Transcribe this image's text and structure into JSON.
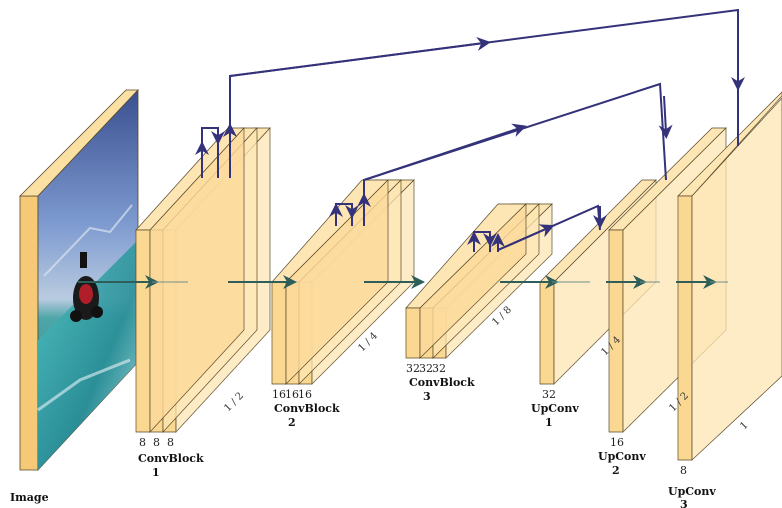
{
  "diagram": {
    "input_label": "Image",
    "blocks": [
      {
        "id": "convblock1",
        "name": "ConvBlock",
        "index": "1",
        "channels": [
          "8",
          "8",
          "8"
        ],
        "scale": "1 / 2"
      },
      {
        "id": "convblock2",
        "name": "ConvBlock",
        "index": "2",
        "channels": [
          "16",
          "16",
          "16"
        ],
        "scale": "1 / 4"
      },
      {
        "id": "convblock3",
        "name": "ConvBlock",
        "index": "3",
        "channels": [
          "32",
          "32",
          "32"
        ],
        "scale": "1 / 8"
      },
      {
        "id": "upconv1",
        "name": "UpConv",
        "index": "1",
        "channels": [
          "32"
        ],
        "scale": "1 / 4"
      },
      {
        "id": "upconv2",
        "name": "UpConv",
        "index": "2",
        "channels": [
          "16"
        ],
        "scale": "1 / 2"
      },
      {
        "id": "upconv3",
        "name": "UpConv",
        "index": "3",
        "channels": [
          "8"
        ],
        "scale": "1"
      }
    ],
    "colors": {
      "block_fill": "#fde6b3",
      "block_front": "#fbd891",
      "block_edge": "#5a4a2a",
      "skip_arrow": "#34327a",
      "flow_arrow": "#2e5e5a"
    }
  }
}
